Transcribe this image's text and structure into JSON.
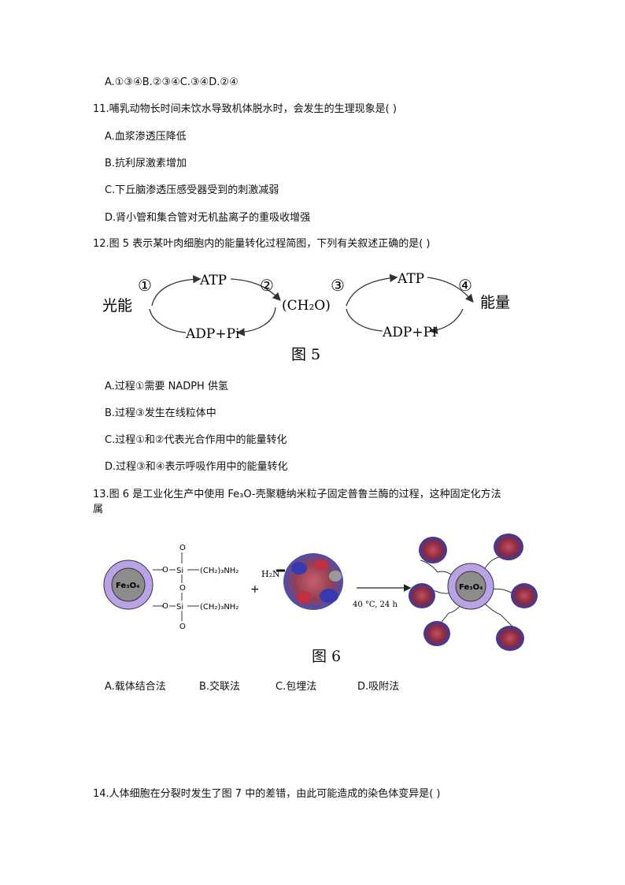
{
  "q10": {
    "options": "A.①③④B.②③④C.③④D.②④"
  },
  "q11": {
    "stem": "11.哺乳动物长时间未饮水导致机体脱水时，会发生的生理现象是(   )",
    "options": [
      "A.血浆渗透压降低",
      "B.抗利尿激素增加",
      "C.下丘脑渗透压感受器受到的刺激减弱",
      "D.肾小管和集合管对无机盐离子的重吸收增强"
    ]
  },
  "q12": {
    "stem": "12.图 5 表示某叶肉细胞内的能量转化过程简图，下列有关叙述正确的是(   )",
    "figure": {
      "light": "光能",
      "atp1": "ATP",
      "adp1": "ADP+Pi",
      "ch2o": "(CH₂O)",
      "atp2": "ATP",
      "adp2": "ADP+Pi",
      "energy": "能量",
      "n1": "①",
      "n2": "②",
      "n3": "③",
      "n4": "④",
      "caption": "图 5"
    },
    "options": [
      "A.过程①需要 NADPH 供氢",
      "B.过程③发生在线粒体中",
      "C.过程①和②代表光合作用中的能量转化",
      "D.过程③和④表示呼吸作用中的能量转化"
    ]
  },
  "q13": {
    "stem_line1": "13.图 6 是工业化生产中使用 Fe₃O-壳聚糖纳米粒子固定普鲁兰酶的过程，这种固定化方法",
    "stem_line2": "属",
    "figure": {
      "core": "Fe₃O₄",
      "o": "O",
      "si": "Si",
      "chain": "(CH₂)₃NH₂",
      "plus": "+",
      "h2n": "H₂N",
      "condition": "40 °C, 24 h",
      "core2": "Fe₃O₄",
      "caption": "图 6"
    },
    "options": [
      "A.载体结合法",
      "B.交联法",
      "C.包埋法",
      "D.吸附法"
    ]
  },
  "q14": {
    "stem": "14.人体细胞在分裂时发生了图 7 中的差错，由此可能造成的染色体变异是(   )"
  }
}
